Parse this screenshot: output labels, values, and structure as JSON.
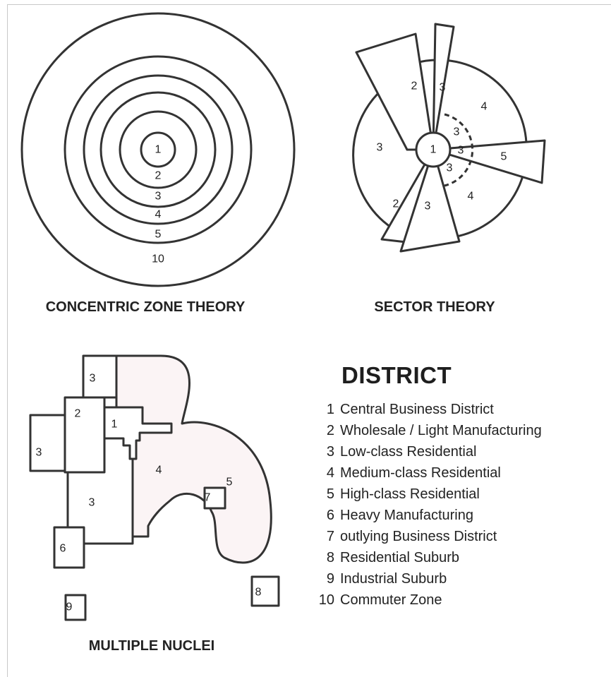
{
  "concentric": {
    "caption": "CONCENTRIC ZONE THEORY",
    "labels": [
      "1",
      "2",
      "3",
      "4",
      "5",
      "10"
    ]
  },
  "sector": {
    "caption": "SECTOR THEORY",
    "labels": {
      "center": "1",
      "top_left_wedge": "2",
      "top_thin_wedge": "3",
      "upper_right": "4",
      "inner_a": "3",
      "inner_b": "3",
      "inner_c": "3",
      "right_wedge": "5",
      "left": "3",
      "bottom_left_wedge": "2",
      "bottom_wedge": "3",
      "lower_right": "4"
    }
  },
  "nuclei": {
    "caption": "MULTIPLE NUCLEI",
    "labels": {
      "top": "3",
      "wholesale": "2",
      "cbd": "1",
      "left_box": "3",
      "medium": "4",
      "high": "5",
      "obd": "7",
      "low_mid": "3",
      "heavy": "6",
      "res_suburb": "8",
      "ind_suburb": "9"
    }
  },
  "legend": {
    "title": "DISTRICT",
    "items": [
      {
        "num": "1",
        "label": "Central Business District"
      },
      {
        "num": "2",
        "label": "Wholesale / Light Manufacturing"
      },
      {
        "num": "3",
        "label": "Low-class Residential"
      },
      {
        "num": "4",
        "label": "Medium-class Residential"
      },
      {
        "num": "5",
        "label": "High-class Residential"
      },
      {
        "num": "6",
        "label": "Heavy Manufacturing"
      },
      {
        "num": "7",
        "label": "outlying Business District"
      },
      {
        "num": "8",
        "label": "Residential Suburb"
      },
      {
        "num": "9",
        "label": "Industrial Suburb"
      },
      {
        "num": "10",
        "label": "Commuter Zone"
      }
    ]
  }
}
